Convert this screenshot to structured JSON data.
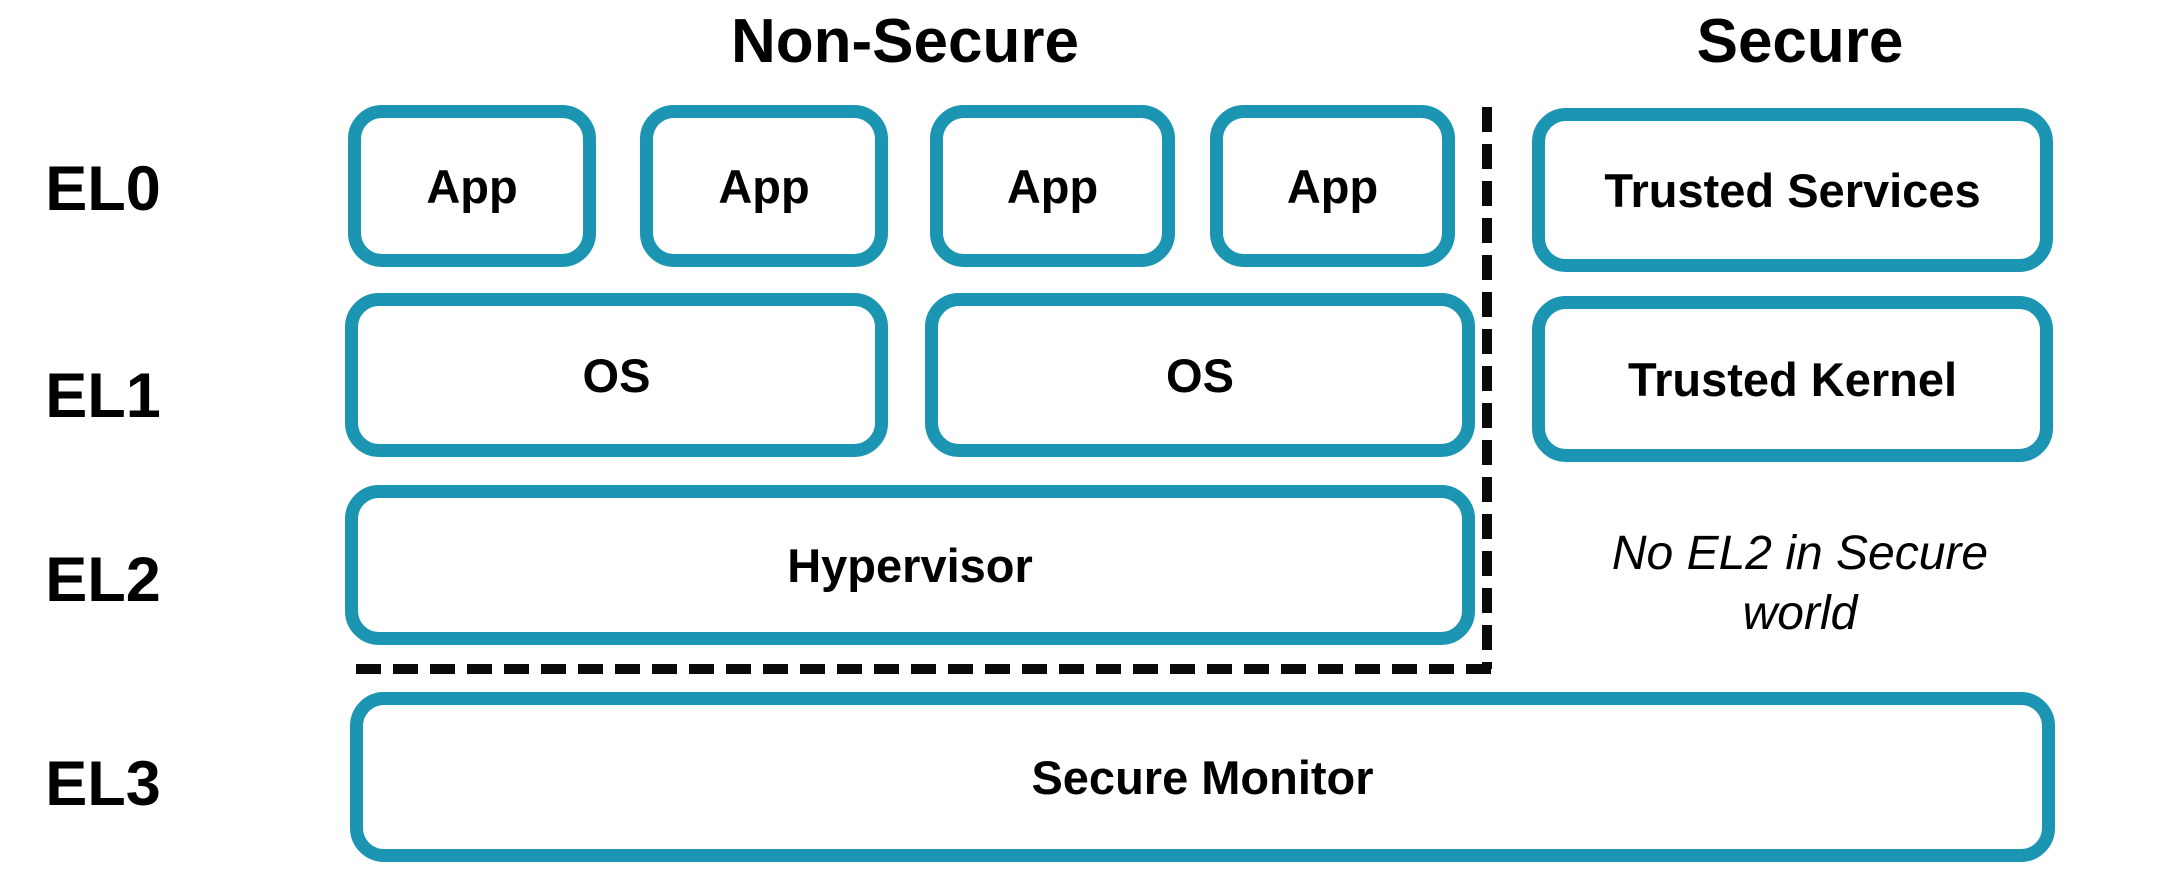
{
  "headers": {
    "non_secure": "Non-Secure",
    "secure": "Secure"
  },
  "levels": {
    "el0": "EL0",
    "el1": "EL1",
    "el2": "EL2",
    "el3": "EL3"
  },
  "boxes": {
    "apps": [
      "App",
      "App",
      "App",
      "App"
    ],
    "os": [
      "OS",
      "OS"
    ],
    "hypervisor": "Hypervisor",
    "secure_monitor": "Secure Monitor",
    "trusted_services": "Trusted Services",
    "trusted_kernel": "Trusted Kernel"
  },
  "note": {
    "text": "No EL2 in Secure world"
  },
  "colors": {
    "box_border": "#1B95B2",
    "text": "#000000",
    "dashed_divider": "#0A0A0A",
    "background": "#FFFFFF"
  }
}
